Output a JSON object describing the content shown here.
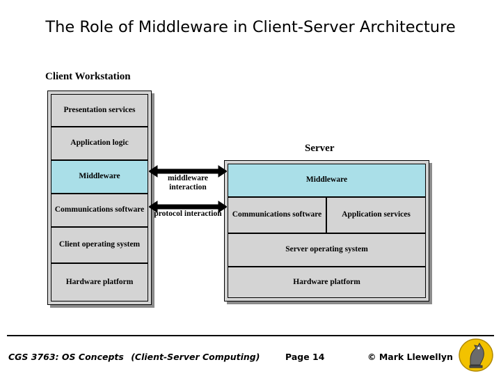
{
  "slide": {
    "title": "The Role of Middleware in Client-Server Architecture"
  },
  "diagram": {
    "client": {
      "heading": "Client Workstation",
      "boxes": [
        {
          "label": "Presentation services",
          "highlight": false
        },
        {
          "label": "Application logic",
          "highlight": false
        },
        {
          "label": "Middleware",
          "highlight": true
        },
        {
          "label": "Communications software",
          "highlight": false
        },
        {
          "label": "Client operating system",
          "highlight": false
        },
        {
          "label": "Hardware platform",
          "highlight": false
        }
      ]
    },
    "server": {
      "heading": "Server",
      "boxes": [
        {
          "label": "Middleware",
          "highlight": true
        },
        {
          "label": "Communications software",
          "highlight": false
        },
        {
          "label": "Application services",
          "highlight": false
        },
        {
          "label": "Server operating system",
          "highlight": false
        },
        {
          "label": "Hardware platform",
          "highlight": false
        }
      ]
    },
    "connectors": [
      {
        "label": "middleware interaction"
      },
      {
        "label": "protocol interaction"
      }
    ],
    "colors": {
      "box_fill": "#d4d4d4",
      "middleware_fill": "#aadfe8",
      "outline": "#000000"
    }
  },
  "footer": {
    "course": "CGS 3763: OS Concepts",
    "topic": "(Client-Server Computing)",
    "page": "Page 14",
    "copyright": "© Mark Llewellyn"
  }
}
